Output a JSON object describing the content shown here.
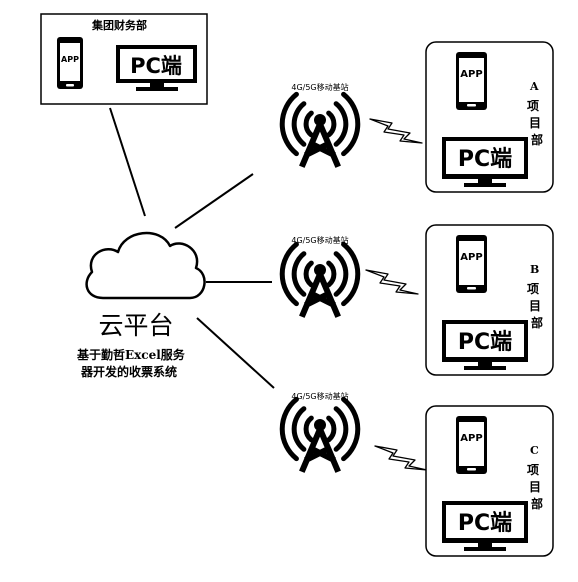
{
  "hq": {
    "title": "集团财务部",
    "app_label": "APP",
    "pc_label": "PC端"
  },
  "cloud": {
    "label": "云平台",
    "caption_line1": "基于勤哲Excel服务",
    "caption_line2": "器开发的收票系统"
  },
  "stations": [
    {
      "label": "4G/5G移动基站"
    },
    {
      "label": "4G/5G移动基站"
    },
    {
      "label": "4G/5G移动基站"
    }
  ],
  "projects": [
    {
      "letter": "A",
      "chars": [
        "项",
        "目",
        "部"
      ],
      "app_label": "APP",
      "pc_label": "PC端"
    },
    {
      "letter": "B",
      "chars": [
        "项",
        "目",
        "部"
      ],
      "app_label": "APP",
      "pc_label": "PC端"
    },
    {
      "letter": "C",
      "chars": [
        "项",
        "目",
        "部"
      ],
      "app_label": "APP",
      "pc_label": "PC端"
    }
  ],
  "icons": {
    "phone": "smartphone-icon",
    "monitor": "monitor-icon",
    "tower": "antenna-tower-icon",
    "cloud": "cloud-icon",
    "signal": "lightning-signal-icon"
  }
}
